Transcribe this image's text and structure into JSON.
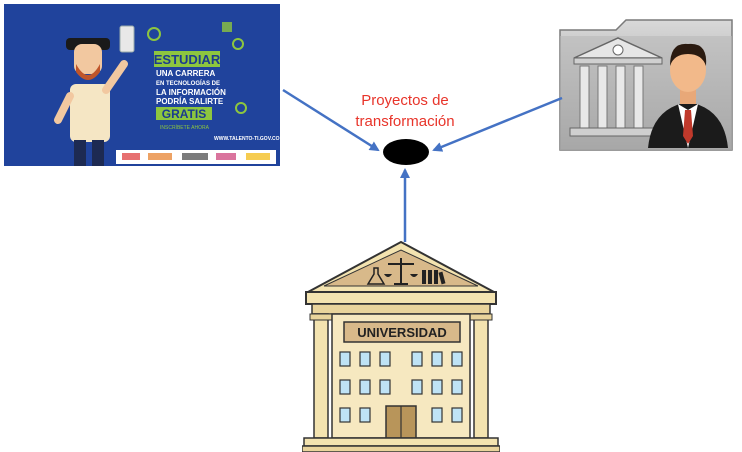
{
  "hub": {
    "label_line1": "Proyectos de",
    "label_line2": "transformación"
  },
  "poster": {
    "headline": "ESTUDIAR",
    "line1": "UNA CARRERA",
    "line2": "EN TECNOLOGÍAS DE",
    "line3": "LA INFORMACIÓN",
    "line4": "PODRÍA SALIRTE",
    "highlight": "GRATIS",
    "cta": "INSCRÍBETE AHORA",
    "url": "WWW.TALENTO-TI.GOV.CO"
  },
  "university": {
    "sign": "UNIVERSIDAD"
  },
  "colors": {
    "arrow": "#4472c4",
    "hub": "#000000",
    "label": "#e8342a",
    "poster_bg": "#1e3a8a",
    "poster_accent": "#8dc63f",
    "building": "#f3e3b0",
    "door": "#b8955a",
    "window": "#bfe3f5"
  }
}
